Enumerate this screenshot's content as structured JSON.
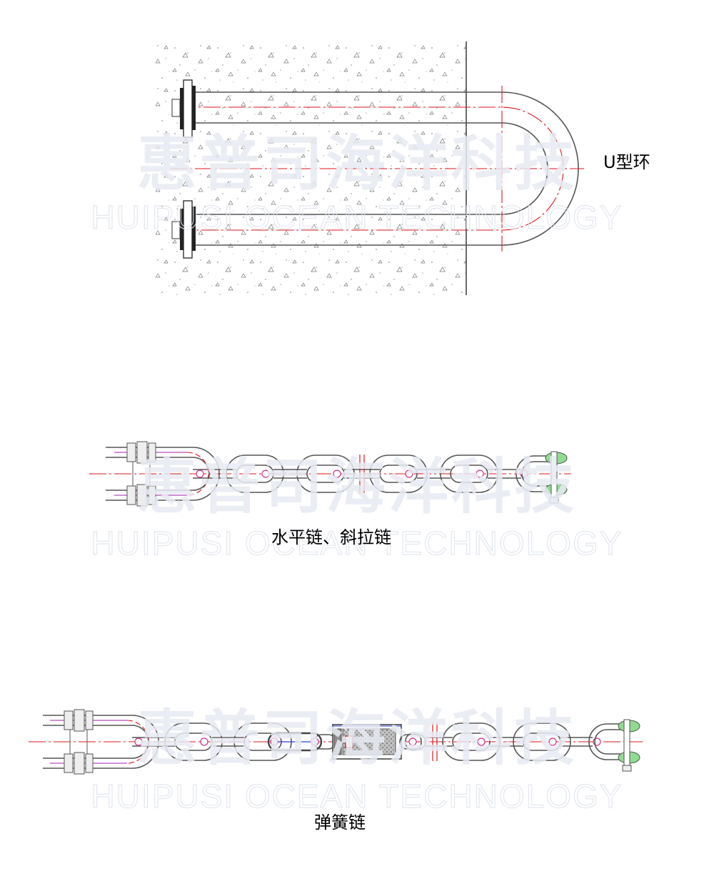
{
  "watermark": {
    "company_cn": "惠普司海洋科技",
    "company_en": "HUIPUSI OCEAN TECHNOLOGY"
  },
  "figures": [
    {
      "id": "u-ring",
      "label": "U型环"
    },
    {
      "id": "horizontal-chain",
      "label": "水平链、斜拉链"
    },
    {
      "id": "spring-chain",
      "label": "弹簧链"
    }
  ],
  "colors": {
    "centerline": "#e0161e",
    "rod_highlight": "#c06cc8",
    "pin_cap": "#8fdc8f",
    "outline": "#555555"
  }
}
